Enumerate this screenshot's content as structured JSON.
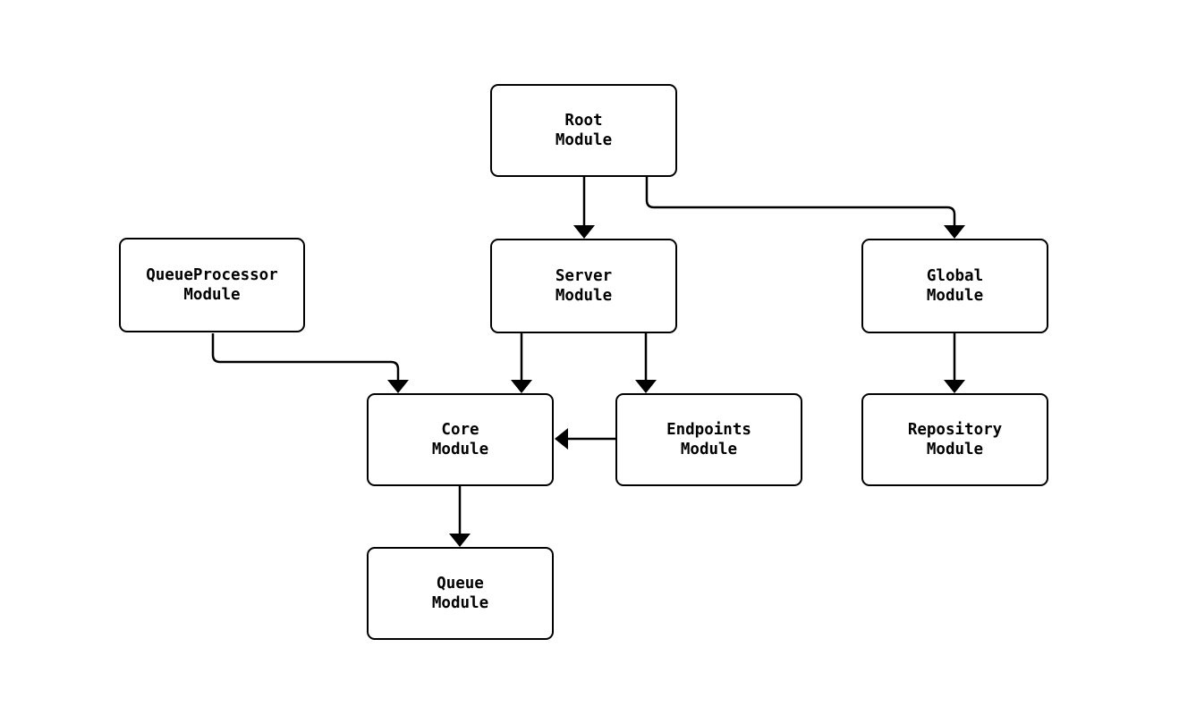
{
  "diagram": {
    "type": "module-dependency-graph",
    "colors": {
      "background": "#ffffff",
      "stroke": "#000000",
      "text": "#000000",
      "node_fill": "#ffffff"
    },
    "nodes": {
      "root": {
        "line1": "Root",
        "line2": "Module"
      },
      "queue_processor": {
        "line1": "QueueProcessor",
        "line2": "Module"
      },
      "server": {
        "line1": "Server",
        "line2": "Module"
      },
      "global": {
        "line1": "Global",
        "line2": "Module"
      },
      "core": {
        "line1": "Core",
        "line2": "Module"
      },
      "endpoints": {
        "line1": "Endpoints",
        "line2": "Module"
      },
      "repository": {
        "line1": "Repository",
        "line2": "Module"
      },
      "queue": {
        "line1": "Queue",
        "line2": "Module"
      }
    },
    "edges": [
      {
        "from": "Root Module",
        "to": "Server Module"
      },
      {
        "from": "Root Module",
        "to": "Global Module"
      },
      {
        "from": "QueueProcessor Module",
        "to": "Core Module"
      },
      {
        "from": "Server Module",
        "to": "Core Module"
      },
      {
        "from": "Server Module",
        "to": "Endpoints Module"
      },
      {
        "from": "Endpoints Module",
        "to": "Core Module"
      },
      {
        "from": "Global Module",
        "to": "Repository Module"
      },
      {
        "from": "Core Module",
        "to": "Queue Module"
      }
    ]
  }
}
